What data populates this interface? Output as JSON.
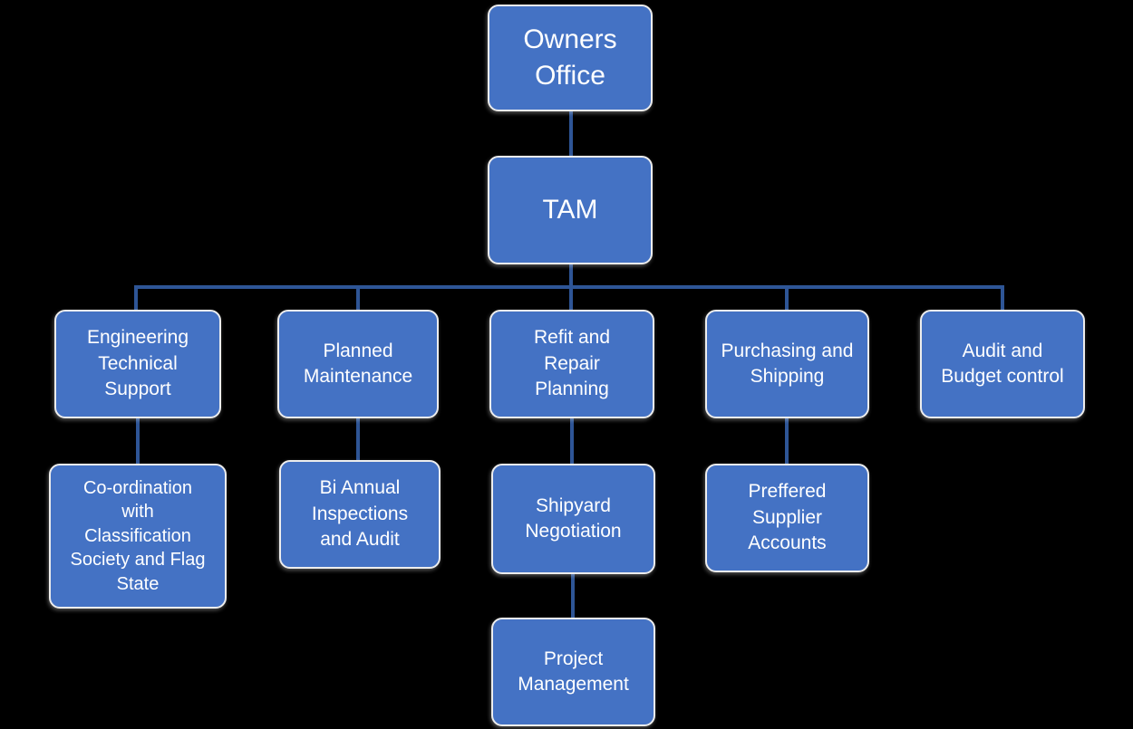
{
  "diagram": {
    "type": "org-chart",
    "description": "Technical management organisation chart with Owners Office at top, TAM below, five departments and their sub-functions",
    "colors": {
      "background": "#000000",
      "node_fill": "#4472C4",
      "node_border": "#EDEDED",
      "connector": "#2E5596",
      "text": "#FFFFFF"
    },
    "nodes": {
      "owners_office": {
        "label": "Owners\nOffice"
      },
      "tam": {
        "label": "TAM"
      },
      "engineering": {
        "label": "Engineering\nTechnical\nSupport"
      },
      "planned": {
        "label": "Planned\nMaintenance"
      },
      "refit": {
        "label": "Refit and\nRepair\nPlanning"
      },
      "purchasing": {
        "label": "Purchasing and\nShipping"
      },
      "audit": {
        "label": "Audit and\nBudget control"
      },
      "coordination": {
        "label": "Co-ordination\nwith\nClassification\nSociety and Flag\nState"
      },
      "bi_annual": {
        "label": "Bi Annual\nInspections\nand Audit"
      },
      "shipyard": {
        "label": "Shipyard\nNegotiation"
      },
      "preffered": {
        "label": "Preffered\nSupplier\nAccounts"
      },
      "project": {
        "label": "Project\nManagement"
      }
    },
    "edges": [
      {
        "from": "owners_office",
        "to": "tam"
      },
      {
        "from": "tam",
        "to": "engineering"
      },
      {
        "from": "tam",
        "to": "planned"
      },
      {
        "from": "tam",
        "to": "refit"
      },
      {
        "from": "tam",
        "to": "purchasing"
      },
      {
        "from": "tam",
        "to": "audit"
      },
      {
        "from": "engineering",
        "to": "coordination"
      },
      {
        "from": "planned",
        "to": "bi_annual"
      },
      {
        "from": "refit",
        "to": "shipyard"
      },
      {
        "from": "purchasing",
        "to": "preffered"
      },
      {
        "from": "shipyard",
        "to": "project"
      }
    ]
  }
}
